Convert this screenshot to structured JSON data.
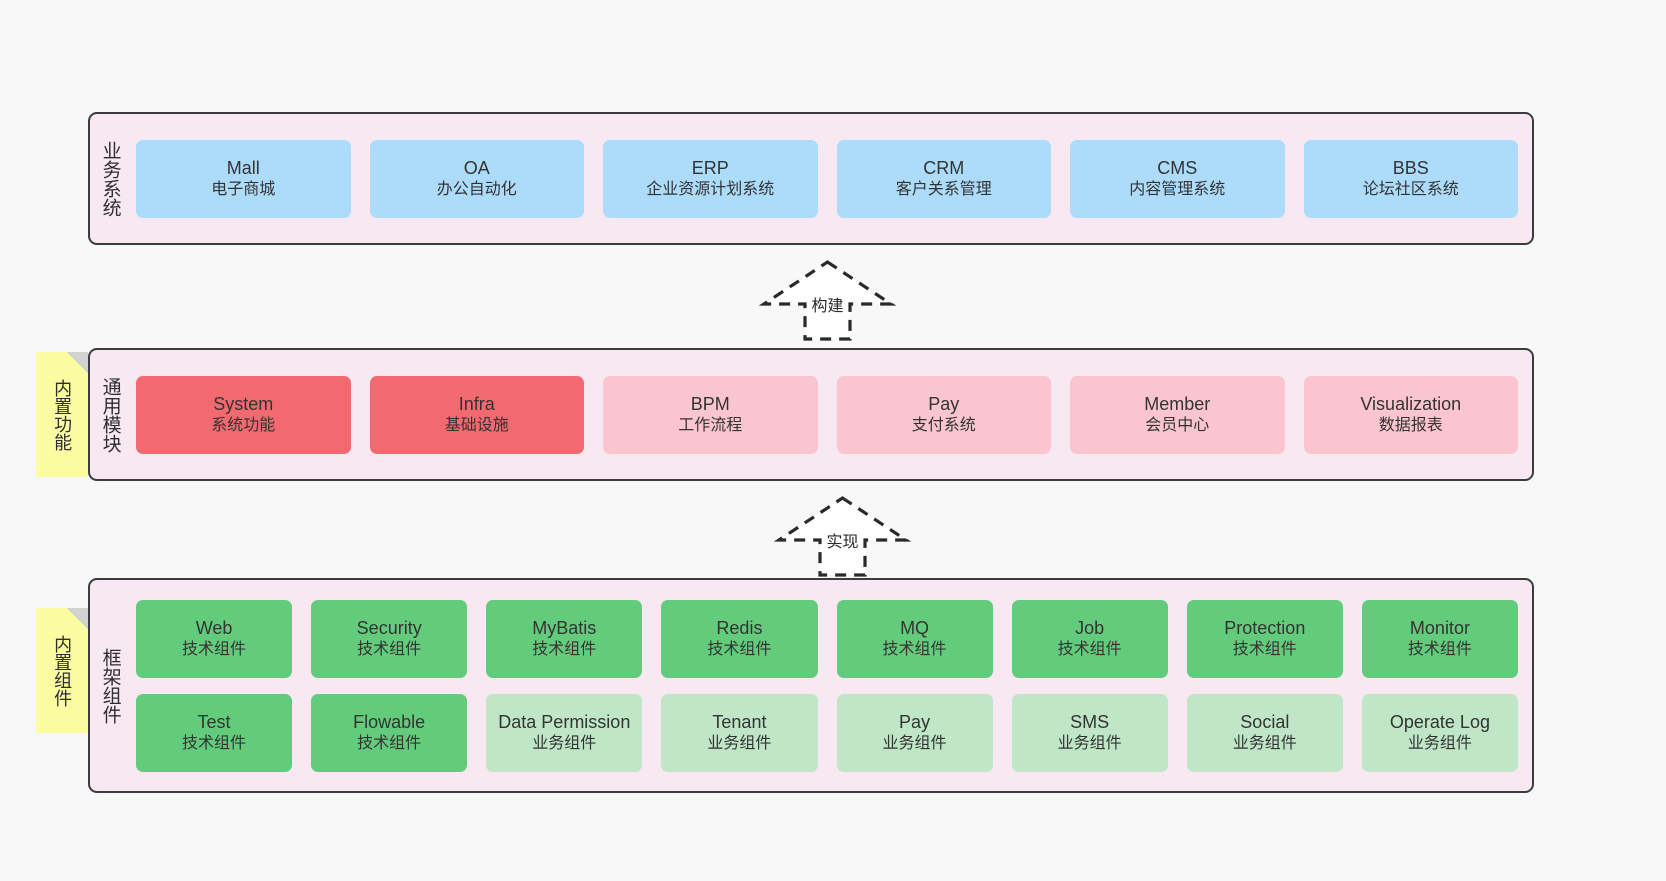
{
  "diagram": {
    "background": "#F8F8F8",
    "panel_bg": "#F8E8F1",
    "panel_border": "#3C3C3C",
    "note_bg": "#FBFBA1",
    "colors": {
      "blue": "#ADDCFB",
      "red": "#F26A6F",
      "pink": "#FAC5CE",
      "green": "#63CC7C",
      "light_green": "#BFE6C6"
    }
  },
  "layers": [
    {
      "title": "业务系统",
      "rows": [
        [
          {
            "name": "Mall",
            "sub": "电子商城",
            "fill": "blue"
          },
          {
            "name": "OA",
            "sub": "办公自动化",
            "fill": "blue"
          },
          {
            "name": "ERP",
            "sub": "企业资源计划系统",
            "fill": "blue"
          },
          {
            "name": "CRM",
            "sub": "客户关系管理",
            "fill": "blue"
          },
          {
            "name": "CMS",
            "sub": "内容管理系统",
            "fill": "blue"
          },
          {
            "name": "BBS",
            "sub": "论坛社区系统",
            "fill": "blue"
          }
        ]
      ]
    },
    {
      "title": "通用模块",
      "note": "内置功能",
      "rows": [
        [
          {
            "name": "System",
            "sub": "系统功能",
            "fill": "red"
          },
          {
            "name": "Infra",
            "sub": "基础设施",
            "fill": "red"
          },
          {
            "name": "BPM",
            "sub": "工作流程",
            "fill": "pink"
          },
          {
            "name": "Pay",
            "sub": "支付系统",
            "fill": "pink"
          },
          {
            "name": "Member",
            "sub": "会员中心",
            "fill": "pink"
          },
          {
            "name": "Visualization",
            "sub": "数据报表",
            "fill": "pink"
          }
        ]
      ]
    },
    {
      "title": "框架组件",
      "note": "内置组件",
      "rows": [
        [
          {
            "name": "Web",
            "sub": "技术组件",
            "fill": "green"
          },
          {
            "name": "Security",
            "sub": "技术组件",
            "fill": "green"
          },
          {
            "name": "MyBatis",
            "sub": "技术组件",
            "fill": "green"
          },
          {
            "name": "Redis",
            "sub": "技术组件",
            "fill": "green"
          },
          {
            "name": "MQ",
            "sub": "技术组件",
            "fill": "green"
          },
          {
            "name": "Job",
            "sub": "技术组件",
            "fill": "green"
          },
          {
            "name": "Protection",
            "sub": "技术组件",
            "fill": "green"
          },
          {
            "name": "Monitor",
            "sub": "技术组件",
            "fill": "green"
          }
        ],
        [
          {
            "name": "Test",
            "sub": "技术组件",
            "fill": "green"
          },
          {
            "name": "Flowable",
            "sub": "技术组件",
            "fill": "green"
          },
          {
            "name": "Data Permission",
            "sub": "业务组件",
            "fill": "light_green"
          },
          {
            "name": "Tenant",
            "sub": "业务组件",
            "fill": "light_green"
          },
          {
            "name": "Pay",
            "sub": "业务组件",
            "fill": "light_green"
          },
          {
            "name": "SMS",
            "sub": "业务组件",
            "fill": "light_green"
          },
          {
            "name": "Social",
            "sub": "业务组件",
            "fill": "light_green"
          },
          {
            "name": "Operate Log",
            "sub": "业务组件",
            "fill": "light_green"
          }
        ]
      ]
    }
  ],
  "arrows": [
    {
      "label": "构建"
    },
    {
      "label": "实现"
    }
  ]
}
